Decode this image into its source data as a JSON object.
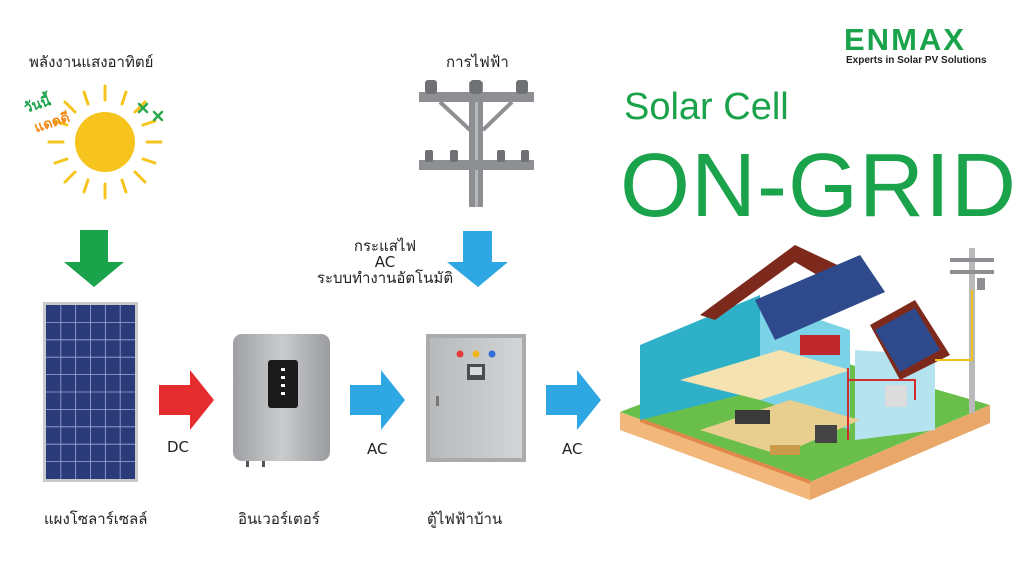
{
  "brand": {
    "name": "ENMAX",
    "tagline": "Experts in Solar PV Solutions"
  },
  "title": {
    "sub": "Solar Cell",
    "main": "ON-GRID"
  },
  "sun": {
    "label": "พลังงานแสงอาทิตย์",
    "badge": [
      "วันนี้",
      "แดดดี"
    ]
  },
  "grid": {
    "label": "การไฟฟ้า",
    "flow_label": [
      "กระแสไฟ",
      "AC",
      "ระบบทำงานอัตโนมัติ"
    ]
  },
  "components": [
    {
      "label": "แผงโซลาร์เซลล์"
    },
    {
      "label": "อินเวอร์เตอร์"
    },
    {
      "label": "ตู้ไฟฟ้าบ้าน"
    }
  ],
  "links": [
    {
      "label": "DC",
      "color": "#e52d2f"
    },
    {
      "label": "AC",
      "color": "#2fa7e2"
    },
    {
      "label": "AC",
      "color": "#2fa7e2"
    }
  ],
  "colors": {
    "brand_green": "#1aa34a",
    "arrow_green": "#1aa34a",
    "arrow_blue": "#2fa7e2",
    "arrow_red": "#e52d2f",
    "sun": "#f6c41c"
  }
}
